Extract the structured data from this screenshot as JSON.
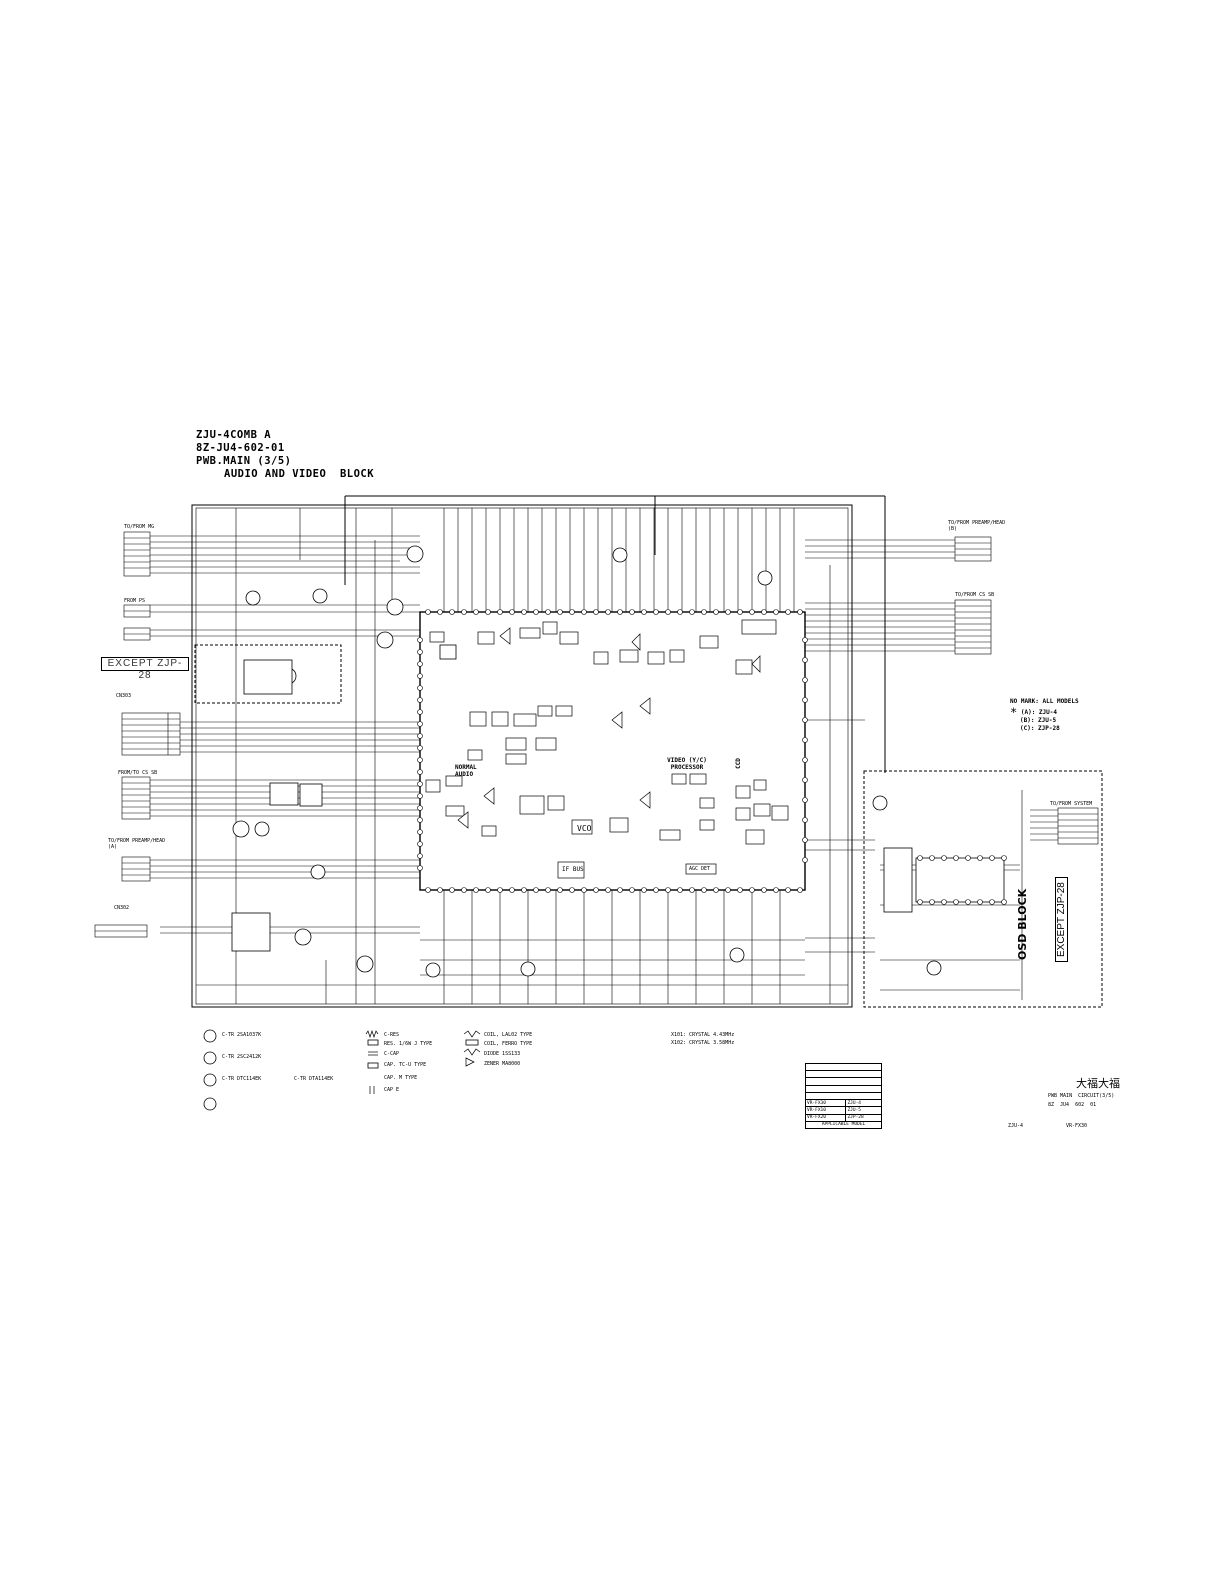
{
  "title": {
    "line1": "ZJU-4COMB A",
    "line2": "8Z-JU4-602-01",
    "line3": "PWB.MAIN (3/5)",
    "line4": "AUDIO AND VIDEO  BLOCK"
  },
  "blocks": {
    "except_zjp28": "EXCEPT ZJP-28",
    "normal_audio": "NORMAL AUDIO",
    "video_processor": "VIDEO (Y/C) PROCESSOR",
    "ccd": "CCD",
    "vco": "VCO",
    "if_bus": "IF BUS",
    "agc_det": "AGC DET",
    "osd_block": "OSD BLOCK",
    "osd_except": "EXCEPT ZJP-28"
  },
  "connectors": {
    "left_top_header": "TO/FROM MG",
    "left_pre_header": "FROM PS",
    "cn303_header": "CN303",
    "left_mid_header": "FROM/TO CS SB",
    "left_pre2_header": "TO/FROM PREAMP/HEAD (A)",
    "cn302_header": "CN302",
    "right_top_header": "TO/FROM PREAMP/HEAD (B)",
    "right_mid_header": "TO/FROM CS SB",
    "osd_header": "TO/FROM SYSTEM"
  },
  "notes": {
    "mark_header": "NO MARK: ALL MODELS",
    "star_line": "(A): ZJU-4",
    "b_line": "(B): ZJU-5",
    "c_line": "(C): ZJP-28"
  },
  "legend": {
    "transistor_1": "C-TR 2SA1037K",
    "transistor_2": "C-TR 2SC2412K",
    "transistor_3": "C-TR DTC114EK",
    "transistor_4": "C-TR DTA114EK",
    "resistor": "C-RES",
    "resistor_2": "RES. 1/6W J TYPE",
    "cap": "C-CAP",
    "cap_2": "CAP. TC-U TYPE",
    "cap_3": "CAP. M TYPE",
    "cap_4": "CAP E",
    "coil_1": "COIL, LAL02 TYPE",
    "coil_2": "COIL, FERRO TYPE",
    "diode": "DIODE 1SS133",
    "zener": "ZENER MA8000",
    "xtal_1": "X101: CRYSTAL 4.43MHz",
    "xtal_2": "X102: CRYSTAL 3.58MHz"
  },
  "footer": {
    "maker": "大福大福",
    "pwb_line1": "PWB MAIN  CIRCUIT(3/5)",
    "pwb_line2": "8Z  JU4  602  01",
    "applicable_model": "APPLICABLE MODEL",
    "model_a": "VR-FX30",
    "model_b": "VR-FX10",
    "model_c": "VR-FX20",
    "model_a_code": "ZJU-4",
    "model_b_code": "ZJU-5",
    "model_c_code": "ZJP-28",
    "bottom_code": "ZJU-4",
    "bottom_model": "VR-FX30"
  }
}
